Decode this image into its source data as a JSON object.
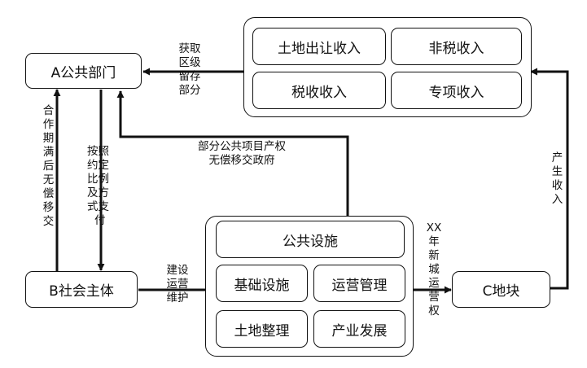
{
  "nodes": {
    "a_public_dept": "A公共部门",
    "b_social_entity": "B社会主体",
    "c_land_plot": "C地块"
  },
  "revenue_group": {
    "items": [
      "土地出让收入",
      "非税收入",
      "税收收入",
      "专项收入"
    ]
  },
  "project_group": {
    "items": [
      "公共设施",
      "基础设施",
      "运营管理",
      "土地整理",
      "产业发展"
    ]
  },
  "edge_labels": {
    "obtain_retained": [
      "获取",
      "区级",
      "留存",
      "部分"
    ],
    "transfer_after_term": "合作期满后无偿移交",
    "pay_by_ratio": [
      "按照",
      "约定",
      "比例",
      "及方",
      "式支",
      "付"
    ],
    "part_public_property": [
      "部分公共项目产权",
      "无偿移交政府"
    ],
    "generate_revenue": "产生收入",
    "build_operate_maintain": [
      "建设",
      "运营",
      "维护"
    ],
    "new_town_operation_right": [
      "XX",
      "年",
      "新",
      "城",
      "运",
      "营",
      "权"
    ]
  }
}
